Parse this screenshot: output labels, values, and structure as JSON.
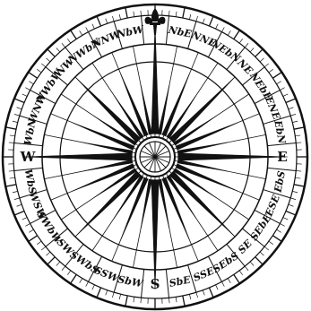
{
  "compass": {
    "points": [
      "N",
      "NbE",
      "NNE",
      "NEbN",
      "NE",
      "NEbE",
      "ENE",
      "EbN",
      "E",
      "EbS",
      "ESE",
      "SEbE",
      "SE",
      "SEbS",
      "SSE",
      "SbE",
      "S",
      "SbW",
      "SSW",
      "SWbS",
      "SW",
      "SWbW",
      "WSW",
      "WbS",
      "W",
      "WbN",
      "WNW",
      "NWbW",
      "NW",
      "NWbN",
      "NNW",
      "NbW"
    ],
    "north_marker": "fleur-de-lis",
    "colors": {
      "ink": "#111111",
      "paper": "#ffffff"
    }
  }
}
